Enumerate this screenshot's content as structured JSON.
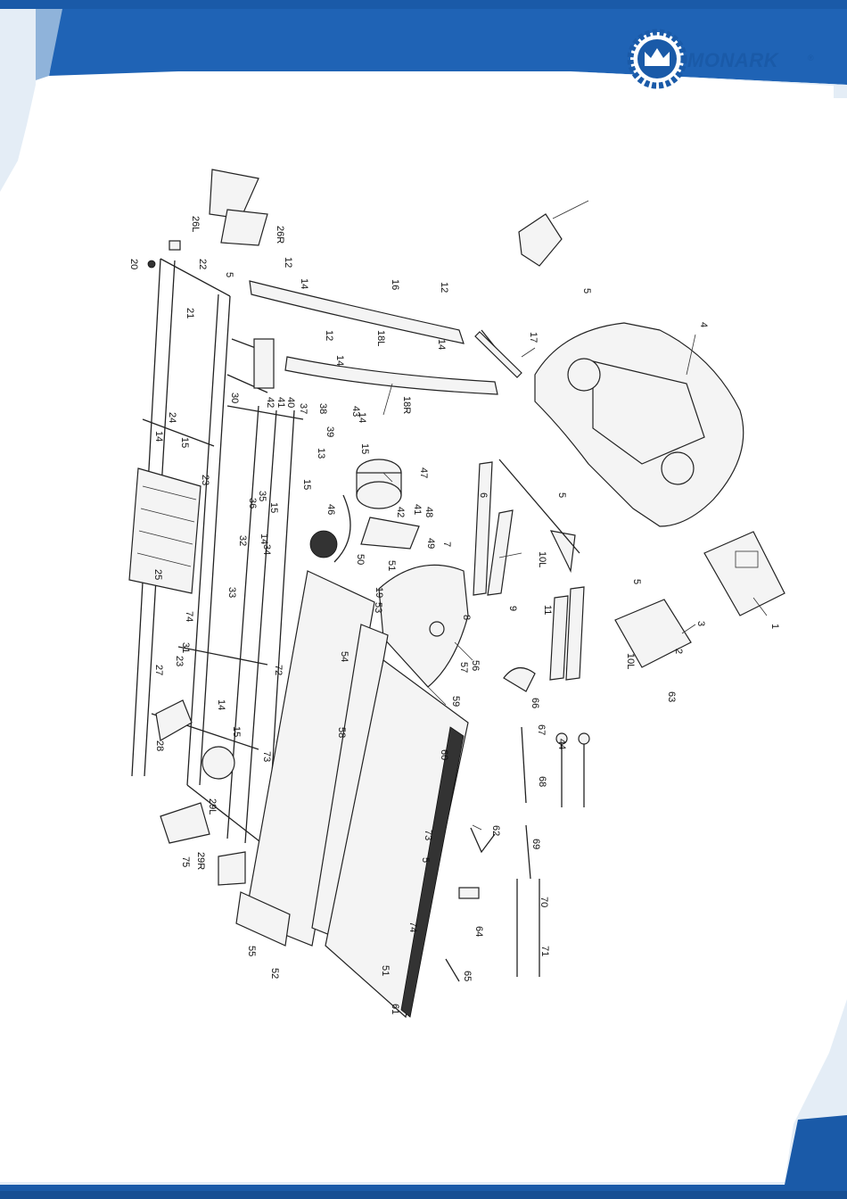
{
  "brand": {
    "name": "MONARK",
    "registered": "®",
    "primary_color": "#1a5aa8",
    "accent_color": "#e4edf6"
  },
  "labels": [
    {
      "id": "p1",
      "text": "1"
    },
    {
      "id": "p2",
      "text": "2"
    },
    {
      "id": "p3",
      "text": "3"
    },
    {
      "id": "p4",
      "text": "4"
    },
    {
      "id": "p5a",
      "text": "5"
    },
    {
      "id": "p5b",
      "text": "5"
    },
    {
      "id": "p5c",
      "text": "5"
    },
    {
      "id": "p5d",
      "text": "5"
    },
    {
      "id": "p5e",
      "text": "5"
    },
    {
      "id": "p6",
      "text": "6"
    },
    {
      "id": "p7",
      "text": "7"
    },
    {
      "id": "p8",
      "text": "8"
    },
    {
      "id": "p9",
      "text": "9"
    },
    {
      "id": "p10La",
      "text": "10L"
    },
    {
      "id": "p10Lb",
      "text": "10L"
    },
    {
      "id": "p11",
      "text": "11"
    },
    {
      "id": "p12a",
      "text": "12"
    },
    {
      "id": "p12b",
      "text": "12"
    },
    {
      "id": "p12c",
      "text": "12"
    },
    {
      "id": "p13",
      "text": "13"
    },
    {
      "id": "p14a",
      "text": "14"
    },
    {
      "id": "p14b",
      "text": "14"
    },
    {
      "id": "p14c",
      "text": "14"
    },
    {
      "id": "p14d",
      "text": "14"
    },
    {
      "id": "p14e",
      "text": "14"
    },
    {
      "id": "p14f",
      "text": "14"
    },
    {
      "id": "p14g",
      "text": "14"
    },
    {
      "id": "p15a",
      "text": "15"
    },
    {
      "id": "p15b",
      "text": "15"
    },
    {
      "id": "p15c",
      "text": "15"
    },
    {
      "id": "p15d",
      "text": "15"
    },
    {
      "id": "p15e",
      "text": "15"
    },
    {
      "id": "p16",
      "text": "16"
    },
    {
      "id": "p17",
      "text": "17"
    },
    {
      "id": "p18L",
      "text": "18L"
    },
    {
      "id": "p18R",
      "text": "18R"
    },
    {
      "id": "p19",
      "text": "19"
    },
    {
      "id": "p20",
      "text": "20"
    },
    {
      "id": "p21",
      "text": "21"
    },
    {
      "id": "p22",
      "text": "22"
    },
    {
      "id": "p23a",
      "text": "23"
    },
    {
      "id": "p23b",
      "text": "23"
    },
    {
      "id": "p24",
      "text": "24"
    },
    {
      "id": "p25",
      "text": "25"
    },
    {
      "id": "p26L",
      "text": "26L"
    },
    {
      "id": "p26R",
      "text": "26R"
    },
    {
      "id": "p27",
      "text": "27"
    },
    {
      "id": "p28",
      "text": "28"
    },
    {
      "id": "p29L",
      "text": "29L"
    },
    {
      "id": "p29R",
      "text": "29R"
    },
    {
      "id": "p30",
      "text": "30"
    },
    {
      "id": "p31",
      "text": "31"
    },
    {
      "id": "p32",
      "text": "32"
    },
    {
      "id": "p33",
      "text": "33"
    },
    {
      "id": "p34",
      "text": "34"
    },
    {
      "id": "p35",
      "text": "35"
    },
    {
      "id": "p36",
      "text": "36"
    },
    {
      "id": "p37",
      "text": "37"
    },
    {
      "id": "p38",
      "text": "38"
    },
    {
      "id": "p39",
      "text": "39"
    },
    {
      "id": "p40",
      "text": "40"
    },
    {
      "id": "p41a",
      "text": "41"
    },
    {
      "id": "p41b",
      "text": "41"
    },
    {
      "id": "p42a",
      "text": "42"
    },
    {
      "id": "p42b",
      "text": "42"
    },
    {
      "id": "p43",
      "text": "43"
    },
    {
      "id": "p44",
      "text": "44"
    },
    {
      "id": "p46",
      "text": "46"
    },
    {
      "id": "p47",
      "text": "47"
    },
    {
      "id": "p48",
      "text": "48"
    },
    {
      "id": "p49",
      "text": "49"
    },
    {
      "id": "p50",
      "text": "50"
    },
    {
      "id": "p51a",
      "text": "51"
    },
    {
      "id": "p51b",
      "text": "51"
    },
    {
      "id": "p52",
      "text": "52"
    },
    {
      "id": "p53",
      "text": "53"
    },
    {
      "id": "p54",
      "text": "54"
    },
    {
      "id": "p55",
      "text": "55"
    },
    {
      "id": "p56",
      "text": "56"
    },
    {
      "id": "p57",
      "text": "57"
    },
    {
      "id": "p58",
      "text": "58"
    },
    {
      "id": "p59",
      "text": "59"
    },
    {
      "id": "p60",
      "text": "60"
    },
    {
      "id": "p61",
      "text": "61"
    },
    {
      "id": "p62",
      "text": "62"
    },
    {
      "id": "p63",
      "text": "63"
    },
    {
      "id": "p64",
      "text": "64"
    },
    {
      "id": "p65",
      "text": "65"
    },
    {
      "id": "p66",
      "text": "66"
    },
    {
      "id": "p67",
      "text": "67"
    },
    {
      "id": "p68",
      "text": "68"
    },
    {
      "id": "p69",
      "text": "69"
    },
    {
      "id": "p70",
      "text": "70"
    },
    {
      "id": "p71",
      "text": "71"
    },
    {
      "id": "p72",
      "text": "72"
    },
    {
      "id": "p73a",
      "text": "73"
    },
    {
      "id": "p73b",
      "text": "73"
    },
    {
      "id": "p74a",
      "text": "74"
    },
    {
      "id": "p74b",
      "text": "74"
    },
    {
      "id": "p75",
      "text": "75"
    }
  ]
}
